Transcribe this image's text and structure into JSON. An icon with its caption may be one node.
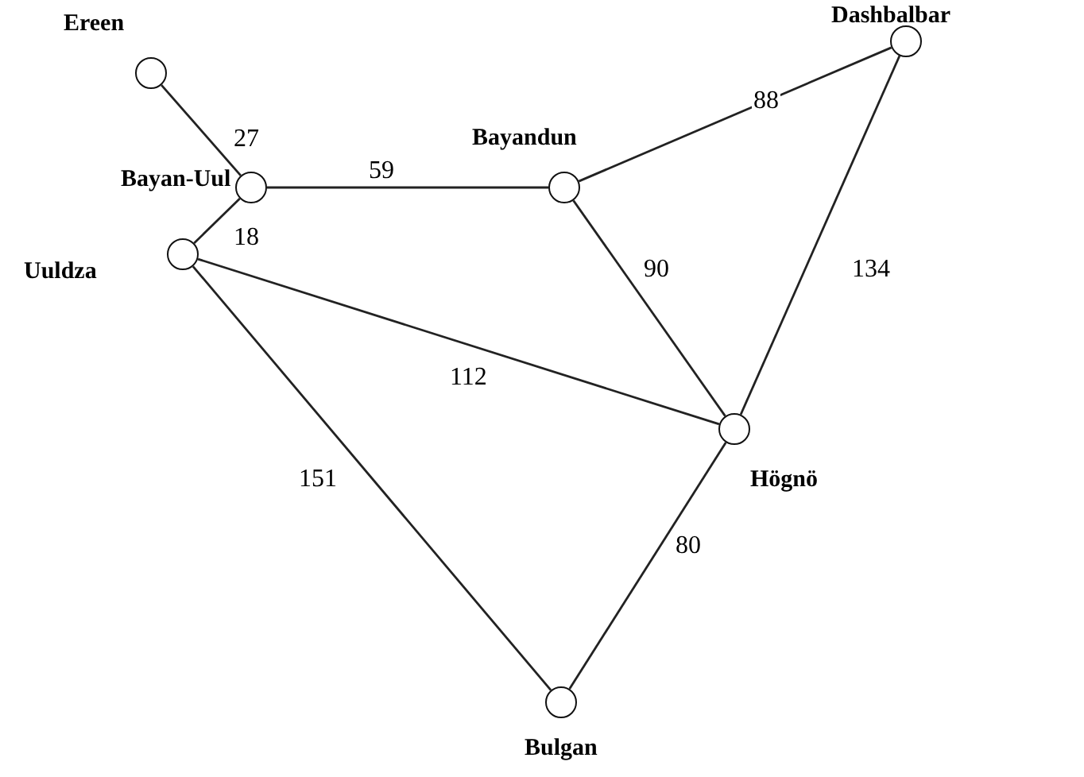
{
  "diagram": {
    "nodes": [
      {
        "text": [],
        "shape": "circle",
        "beside": [
          "Ereen"
        ]
      },
      {
        "text": [],
        "shape": "circle",
        "beside": [
          "Bayan-Uul"
        ]
      },
      {
        "text": [],
        "shape": "circle",
        "beside": [
          "Uuldza"
        ]
      },
      {
        "text": [],
        "shape": "circle",
        "beside": [
          "Bayandun"
        ]
      },
      {
        "text": [],
        "shape": "circle",
        "beside": [
          "Dashbalbar"
        ]
      },
      {
        "text": [],
        "shape": "circle",
        "beside": [
          "Högnö"
        ]
      },
      {
        "text": [],
        "shape": "circle",
        "beside": [
          "Bulgan"
        ]
      }
    ],
    "edges": [
      {
        "from": 0,
        "to": 1,
        "arrow": "none",
        "label": "27"
      },
      {
        "from": 1,
        "to": 2,
        "arrow": "none",
        "label": "18"
      },
      {
        "from": 1,
        "to": 3,
        "arrow": "none",
        "label": "59"
      },
      {
        "from": 3,
        "to": 4,
        "arrow": "none",
        "label": "88"
      },
      {
        "from": 3,
        "to": 5,
        "arrow": "none",
        "label": "90"
      },
      {
        "from": 4,
        "to": 5,
        "arrow": "none",
        "label": "134"
      },
      {
        "from": 2,
        "to": 5,
        "arrow": "none",
        "label": "112"
      },
      {
        "from": 2,
        "to": 6,
        "arrow": "none",
        "label": "151"
      },
      {
        "from": 5,
        "to": 6,
        "arrow": "none",
        "label": "80"
      }
    ]
  }
}
